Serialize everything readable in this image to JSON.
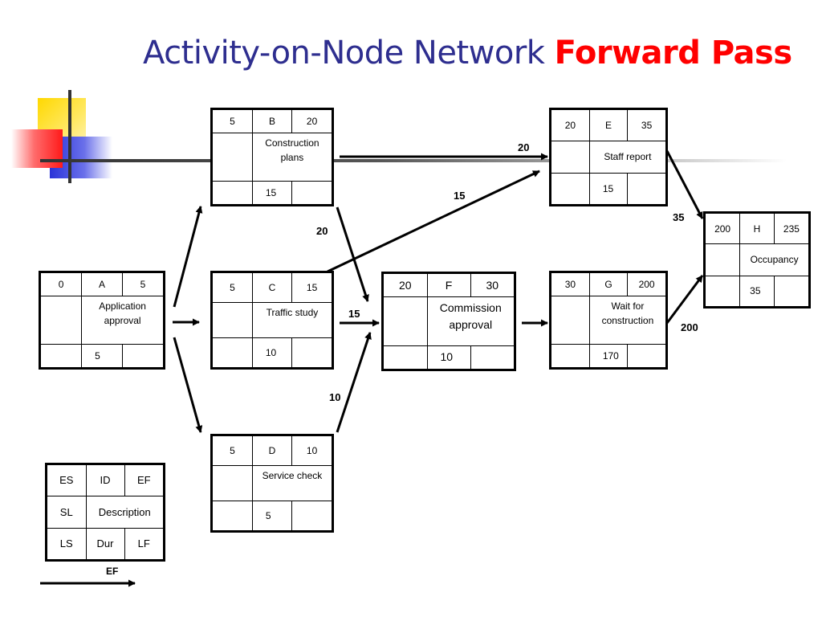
{
  "title": {
    "part1": "Activity-on-Node Network",
    "part2": "Forward Pass"
  },
  "nodes": {
    "A": {
      "es": "0",
      "id": "A",
      "ef": "5",
      "desc": "Application approval",
      "dur": "5"
    },
    "B": {
      "es": "5",
      "id": "B",
      "ef": "20",
      "desc": "Construction plans",
      "dur": "15"
    },
    "C": {
      "es": "5",
      "id": "C",
      "ef": "15",
      "desc": "Traffic study",
      "dur": "10"
    },
    "D": {
      "es": "5",
      "id": "D",
      "ef": "10",
      "desc": "Service check",
      "dur": "5"
    },
    "E": {
      "es": "20",
      "id": "E",
      "ef": "35",
      "desc": "Staff report",
      "dur": "15"
    },
    "F": {
      "es": "20",
      "id": "F",
      "ef": "30",
      "desc": "Commission approval",
      "dur": "10"
    },
    "G": {
      "es": "30",
      "id": "G",
      "ef": "200",
      "desc": "Wait for construction",
      "dur": "170"
    },
    "H": {
      "es": "200",
      "id": "H",
      "ef": "235",
      "desc": "Occupancy",
      "dur": "35"
    }
  },
  "legend": {
    "es": "ES",
    "id": "ID",
    "ef": "EF",
    "sl": "SL",
    "desc": "Description",
    "ls": "LS",
    "dur": "Dur",
    "lf": "LF",
    "arrow_label": "EF"
  },
  "edge_labels": {
    "BE": "20",
    "CE": "15",
    "BF": "20",
    "CF": "15",
    "DF": "10",
    "EH": "35",
    "GH": "200"
  }
}
